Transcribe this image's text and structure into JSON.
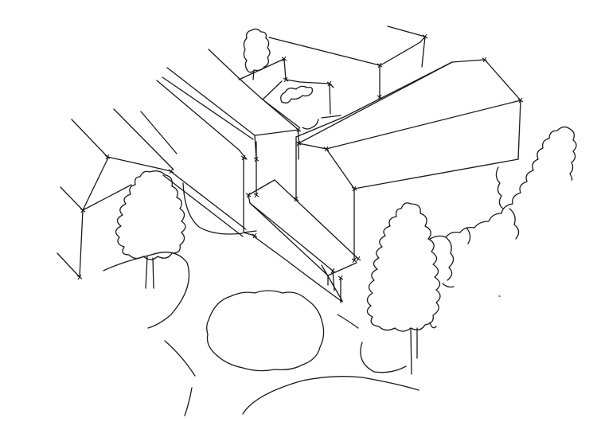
{
  "drawing": {
    "style": "hand-drawn axonometric line sketch",
    "background_color": "#ffffff",
    "ink_color": "#1a1a1a",
    "elements": [
      "building-block-left",
      "building-block-right",
      "connecting-bridge",
      "left-site-boundary",
      "conifer-tree-left",
      "conifer-tree-right",
      "tree-cluster-far-right",
      "small-tree-top",
      "shrub-rooftop",
      "round-bush-lawn",
      "path-curves"
    ]
  }
}
